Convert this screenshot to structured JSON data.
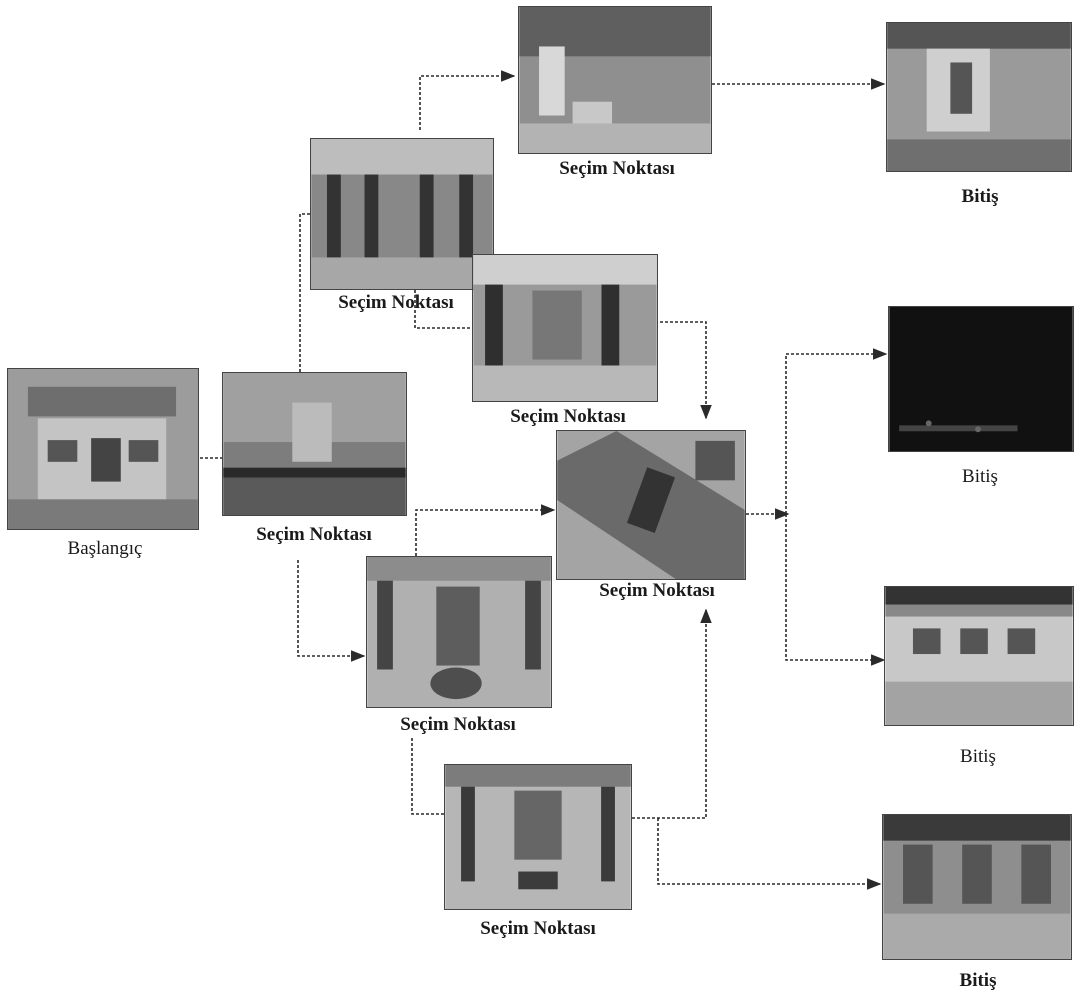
{
  "nodes": {
    "start": {
      "label": "Başlangıç",
      "role": "start"
    },
    "choice_center_left": {
      "label": "Seçim Noktası",
      "role": "choice"
    },
    "choice_upper_left": {
      "label": "Seçim Noktası",
      "role": "choice"
    },
    "choice_top": {
      "label": "Seçim Noktası",
      "role": "choice"
    },
    "choice_middle_upper": {
      "label": "Seçim Noktası",
      "role": "choice"
    },
    "choice_center": {
      "label": "Seçim Noktası",
      "role": "choice"
    },
    "choice_lower_left": {
      "label": "Seçim Noktası",
      "role": "choice"
    },
    "choice_bottom": {
      "label": "Seçim Noktası",
      "role": "choice"
    },
    "end_1": {
      "label": "Bitiş",
      "role": "end"
    },
    "end_2": {
      "label": "Bitiş",
      "role": "end"
    },
    "end_3": {
      "label": "Bitiş",
      "role": "end"
    },
    "end_4": {
      "label": "Bitiş",
      "role": "end"
    }
  },
  "edges": [
    [
      "start",
      "choice_center_left"
    ],
    [
      "choice_center_left",
      "choice_upper_left"
    ],
    [
      "choice_center_left",
      "choice_lower_left"
    ],
    [
      "choice_upper_left",
      "choice_top"
    ],
    [
      "choice_upper_left",
      "choice_center"
    ],
    [
      "choice_top",
      "end_1"
    ],
    [
      "choice_lower_left",
      "choice_center"
    ],
    [
      "choice_lower_left",
      "choice_bottom"
    ],
    [
      "choice_bottom",
      "choice_center"
    ],
    [
      "choice_bottom",
      "end_4"
    ],
    [
      "choice_center",
      "end_2"
    ],
    [
      "choice_center",
      "end_3"
    ]
  ],
  "colors": {
    "line": "#2a2a2a",
    "label": "#1a1a1a"
  }
}
